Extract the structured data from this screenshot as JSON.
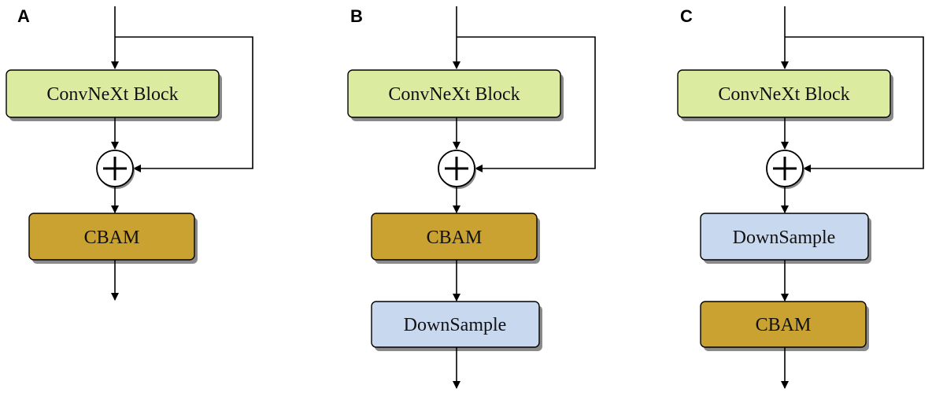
{
  "colors": {
    "convnext_fill": "#dbeca0",
    "cbam_fill": "#c9a232",
    "downsample_fill": "#c8d8ef",
    "line": "#000000",
    "shadow": "#8a8a8a"
  },
  "panels": [
    {
      "label": "A",
      "blocks": [
        "ConvNeXt Block",
        "CBAM"
      ]
    },
    {
      "label": "B",
      "blocks": [
        "ConvNeXt Block",
        "CBAM",
        "DownSample"
      ]
    },
    {
      "label": "C",
      "blocks": [
        "ConvNeXt Block",
        "DownSample",
        "CBAM"
      ]
    }
  ]
}
